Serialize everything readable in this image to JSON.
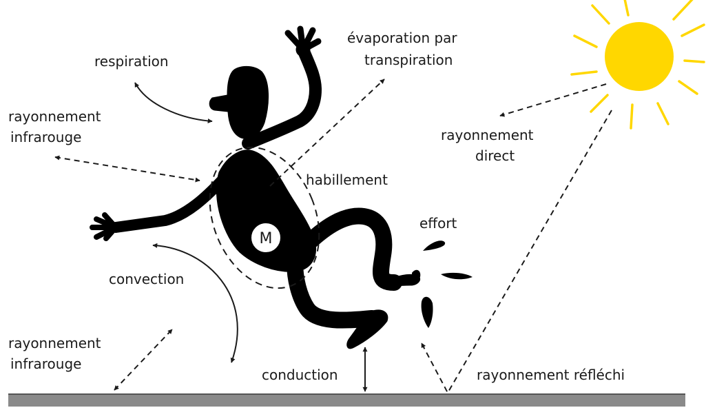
{
  "labels": {
    "respiration": "respiration",
    "evaporation_line1": "évaporation par",
    "evaporation_line2": "transpiration",
    "infrared_top_line1": "rayonnement",
    "infrared_top_line2": "infrarouge",
    "direct_line1": "rayonnement",
    "direct_line2": "direct",
    "clothing": "habillement",
    "effort": "effort",
    "metabolism": "M",
    "convection": "convection",
    "infrared_bottom_line1": "rayonnement",
    "infrared_bottom_line2": "infrarouge",
    "conduction": "conduction",
    "reflected": "rayonnement réfléchi"
  },
  "colors": {
    "sun": "#FFD700",
    "ground": "#8a8a8a",
    "figure": "#000000"
  }
}
